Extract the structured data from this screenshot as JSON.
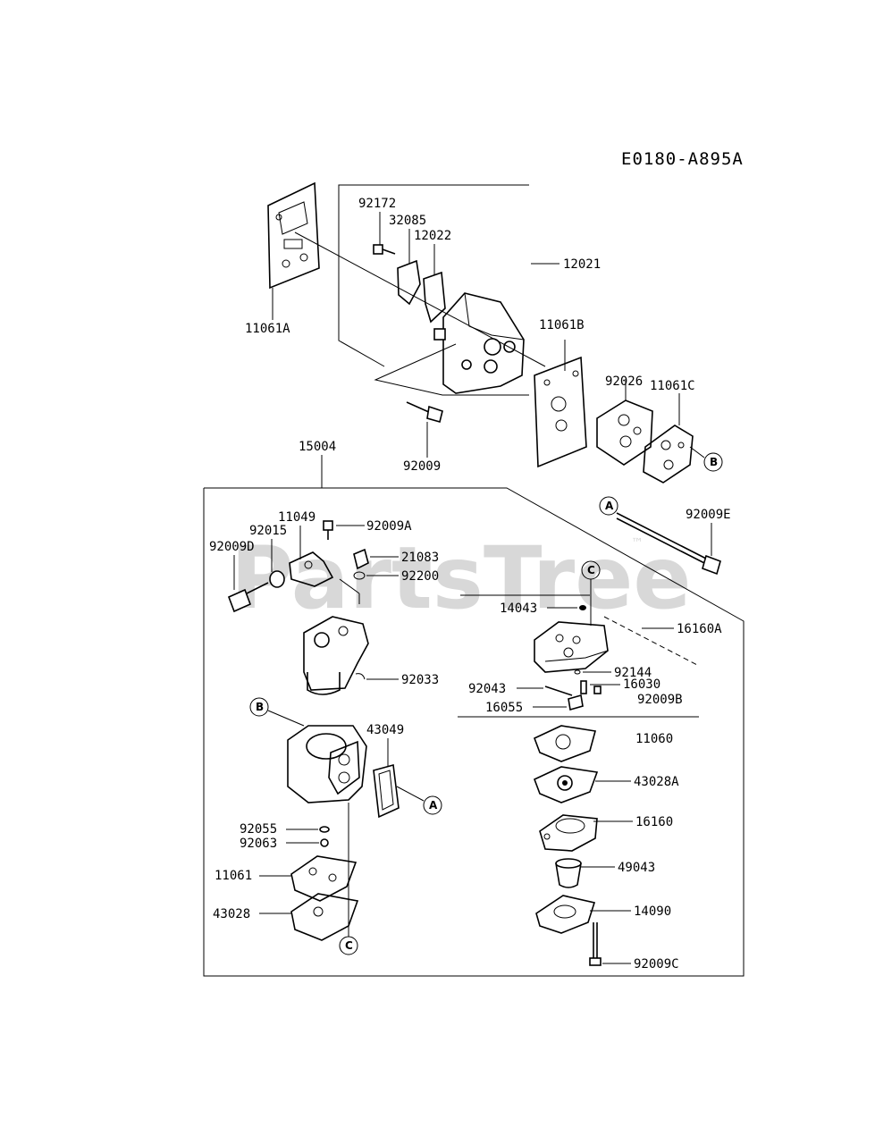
{
  "diagram_code": "E0180-A895A",
  "watermark": "PartsTree",
  "watermark_tm": "™",
  "refs": {
    "a": "A",
    "b": "B",
    "c": "C"
  },
  "parts": {
    "p92172": "92172",
    "p32085": "32085",
    "p12022": "12022",
    "p12021": "12021",
    "p11061A": "11061A",
    "p11061B": "11061B",
    "p92026": "92026",
    "p11061C": "11061C",
    "p92009": "92009",
    "p15004": "15004",
    "p11049": "11049",
    "p92009A": "92009A",
    "p92015": "92015",
    "p92009D": "92009D",
    "p21083": "21083",
    "p92200": "92200",
    "p92009E": "92009E",
    "p14043": "14043",
    "p16160A": "16160A",
    "p92033": "92033",
    "p92144": "92144",
    "p16030": "16030",
    "p92043": "92043",
    "p92009B": "92009B",
    "p16055": "16055",
    "p43049": "43049",
    "p11060": "11060",
    "p43028A": "43028A",
    "p16160": "16160",
    "p92055": "92055",
    "p92063": "92063",
    "p49043": "49043",
    "p11061": "11061",
    "p14090": "14090",
    "p43028": "43028",
    "p92009C": "92009C"
  }
}
